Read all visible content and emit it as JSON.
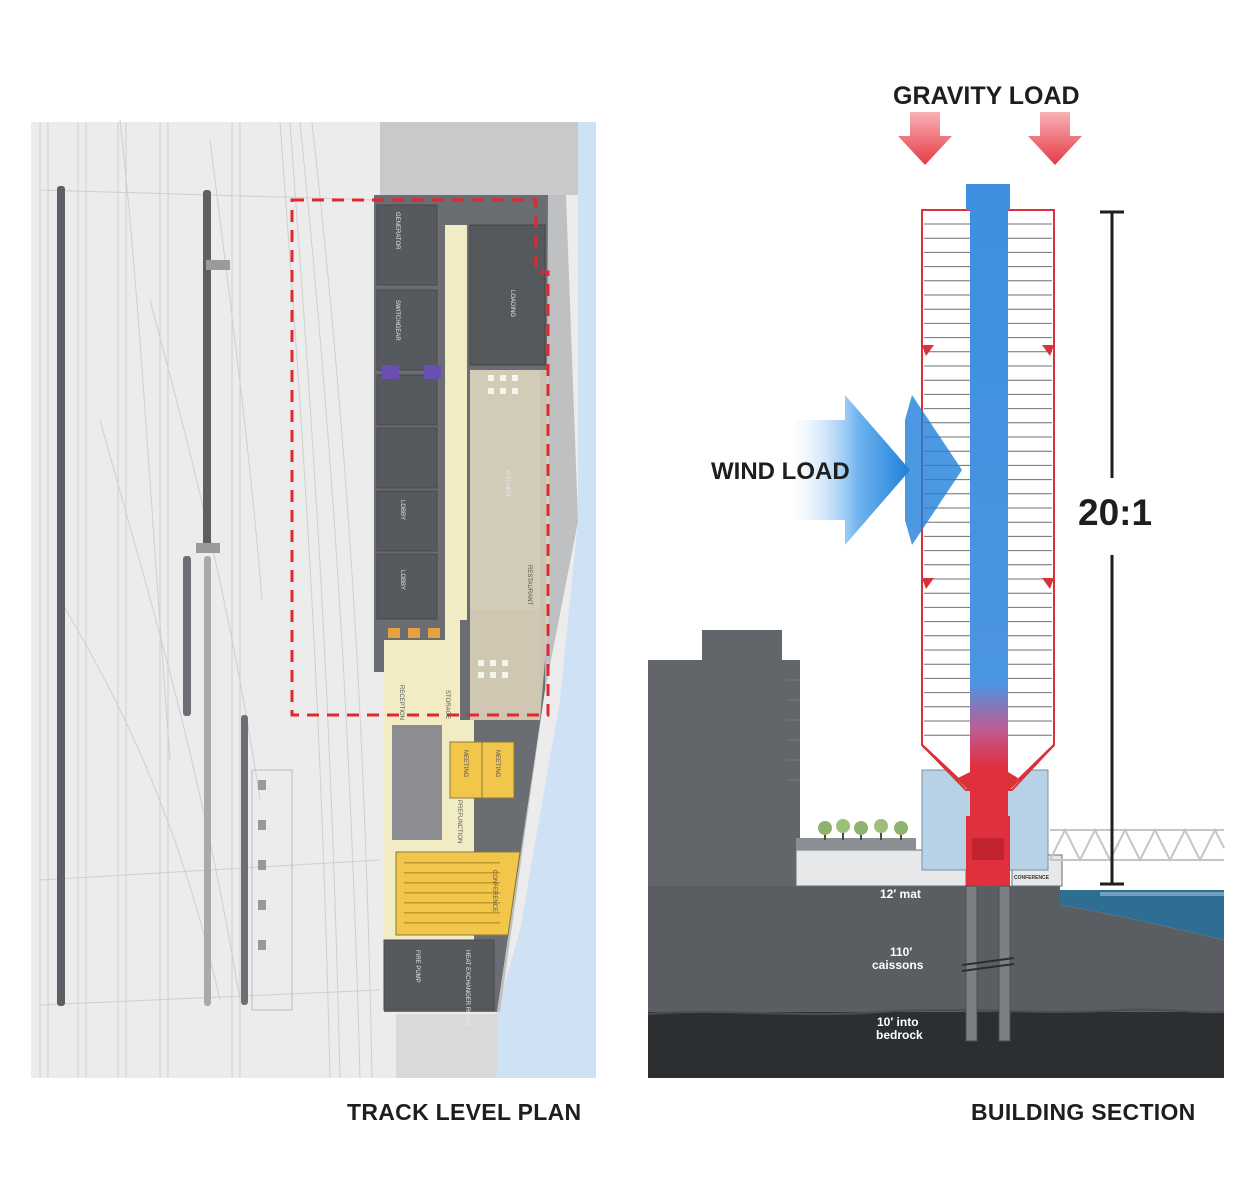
{
  "plan": {
    "caption": "TRACK LEVEL PLAN",
    "rooms": {
      "generator": "GENERATOR",
      "switchgear": "SWITCHGEAR",
      "loading": "LOADING",
      "kitchen": "KITCHEN",
      "restaurant": "RESTAURANT",
      "reception": "RECEPTION",
      "meeting_1": "MEETING",
      "meeting_2": "MEETING",
      "prefunction": "PREFUNCTION",
      "conference": "CONFERENCE",
      "fire_pump": "FIRE PUMP",
      "lobby_1": "LOBBY",
      "lobby_2": "LOBBY",
      "storage": "STORAGE",
      "heat_exchanger": "HEAT EXCHANGER ROOM"
    }
  },
  "section": {
    "caption": "BUILDING SECTION",
    "gravity_load": "GRAVITY LOAD",
    "wind_load": "WIND LOAD",
    "ratio": "20:1",
    "mat_label": "12′ mat",
    "caisson_depth": "110′",
    "caisson_word": "caissons",
    "bedrock_depth": "10′ into",
    "bedrock_word": "bedrock",
    "conference_tag": "CONFERENCE"
  },
  "colors": {
    "load_arrow": "#e8454f",
    "core_blue": "#3f8ee0",
    "frame_red": "#d9323a",
    "building_grey": "#5b5e62",
    "ground": "#5a5d61",
    "bedrock": "#2b2e31",
    "water": "#cde0f4",
    "conference_yellow": "#f4c94e"
  }
}
